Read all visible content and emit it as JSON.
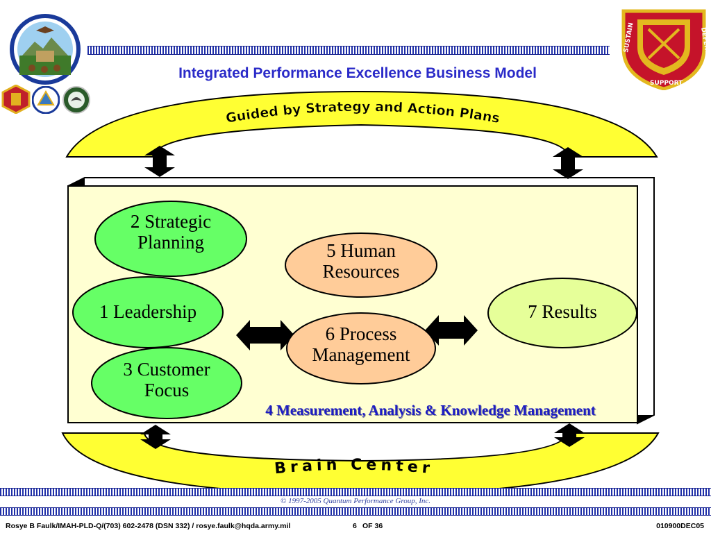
{
  "title": "Integrated Performance Excellence Business Model",
  "top_arc_text": "Guided by Strategy and Action Plans",
  "bottom_arc_text": "Brain Center",
  "nodes": {
    "strategic_planning": "2 Strategic Planning",
    "leadership": "1 Leadership",
    "customer_focus": "3 Customer Focus",
    "human_resources": "5 Human Resources",
    "process_management": "6 Process Management",
    "results": "7 Results"
  },
  "measurement_label": "4 Measurement, Analysis & Knowledge Management",
  "copyright": "© 1997-2005 Quantum Performance Group, Inc.",
  "footer": {
    "contact": "Rosye B Faulk/IMAH-PLD-Q/(703) 602-2478 (DSN 332) / rosye.faulk@hqda.army.mil",
    "page_number": "6",
    "page_of": "OF 36",
    "doc_code": "010900DEC05"
  },
  "logos": {
    "top_left": "installation-management-seal",
    "right": "sustain-support-defend-insignia",
    "small_left": "army-insignia",
    "small_middle": "command-seal",
    "small_right": "eagle-seal"
  },
  "right_insignia_text": {
    "left": "SUSTAIN",
    "bottom": "SUPPORT",
    "right": "DEFEND"
  },
  "colors": {
    "title_blue": "#2a2ac8",
    "arc_yellow": "#ffff33",
    "panel_cream": "#ffffd2",
    "node_green": "#66ff66",
    "node_peach": "#ffcc99",
    "node_lightgreen": "#e6ff99",
    "label_blue": "#1c1cc4"
  }
}
